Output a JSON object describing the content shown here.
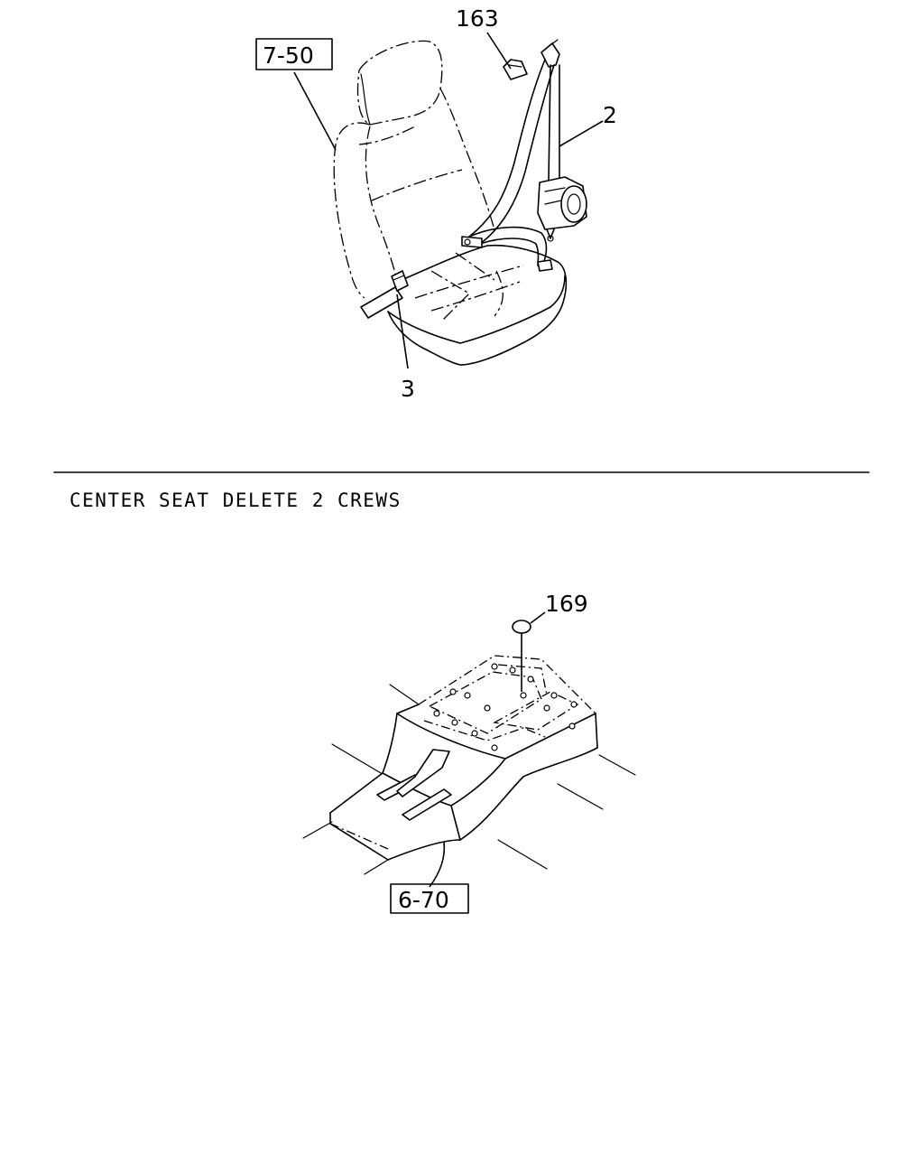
{
  "upper_view": {
    "callouts": [
      {
        "id": "163",
        "label": "163"
      },
      {
        "id": "2",
        "label": "2"
      },
      {
        "id": "3",
        "label": "3"
      }
    ],
    "ref_box": {
      "label": "7-50"
    }
  },
  "divider": {
    "caption": "CENTER SEAT DELETE 2 CREWS"
  },
  "lower_view": {
    "callouts": [
      {
        "id": "169",
        "label": "169"
      }
    ],
    "ref_box": {
      "label": "6-70"
    }
  }
}
